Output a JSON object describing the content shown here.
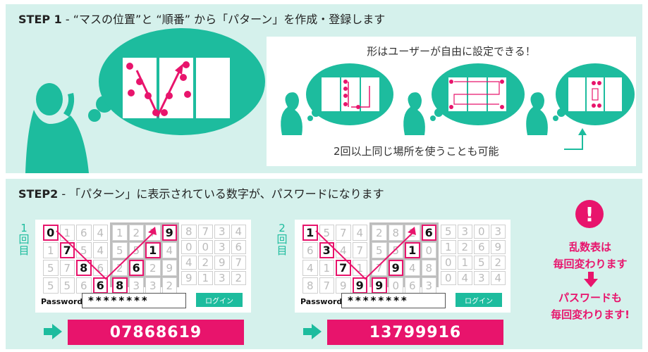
{
  "colors": {
    "teal": "#1dbc9e",
    "pink": "#e8146c",
    "panel": "#d5f1ec"
  },
  "step1": {
    "label": "STEP 1",
    "text": " - “マスの位置”と “順番” から「パターン」を作成・登録します",
    "caption_top": "形はユーザーが自由に設定できる！",
    "caption_bottom": "2回以上同じ場所を使うことも可能"
  },
  "step2": {
    "label": "STEP2",
    "text": " - 「パターン」に表示されている数字が、パスワードになります",
    "cards": [
      {
        "round_label": "1回目",
        "blocks": [
          [
            [
              "0",
              "1",
              "6",
              "4"
            ],
            [
              "1",
              "7",
              "5",
              "4"
            ],
            [
              "5",
              "7",
              "8",
              "6"
            ],
            [
              "5",
              "5",
              "6",
              "6"
            ]
          ],
          [
            [
              "1",
              "2",
              "7",
              "9"
            ],
            [
              "5",
              "5",
              "1",
              "4"
            ],
            [
              "2",
              "6",
              "2",
              "9"
            ],
            [
              "8",
              "3",
              "3",
              "2"
            ]
          ],
          [
            [
              "8",
              "7",
              "3",
              "4"
            ],
            [
              "0",
              "0",
              "3",
              "6"
            ],
            [
              "4",
              "2",
              "9",
              "7"
            ],
            [
              "9",
              "1",
              "3",
              "2"
            ]
          ]
        ],
        "highlights": [
          [
            0,
            0,
            0
          ],
          [
            0,
            1,
            1
          ],
          [
            0,
            2,
            2
          ],
          [
            0,
            3,
            3
          ],
          [
            1,
            3,
            0
          ],
          [
            1,
            2,
            1
          ],
          [
            1,
            1,
            2
          ],
          [
            1,
            0,
            3
          ]
        ],
        "password_label": "Password",
        "password_mask": "********",
        "login_label": "ログイン",
        "result": "07868619"
      },
      {
        "round_label": "2回目",
        "blocks": [
          [
            [
              "1",
              "5",
              "7",
              "4"
            ],
            [
              "6",
              "3",
              "4",
              "7"
            ],
            [
              "4",
              "1",
              "7",
              "1"
            ],
            [
              "8",
              "7",
              "9",
              "9"
            ]
          ],
          [
            [
              "2",
              "8",
              "2",
              "6"
            ],
            [
              "5",
              "5",
              "1",
              "0"
            ],
            [
              "7",
              "9",
              "4",
              "8"
            ],
            [
              "9",
              "0",
              "6",
              "3"
            ]
          ],
          [
            [
              "5",
              "3",
              "0",
              "3"
            ],
            [
              "1",
              "2",
              "6",
              "9"
            ],
            [
              "0",
              "1",
              "5",
              "2"
            ],
            [
              "0",
              "4",
              "3",
              "4"
            ]
          ]
        ],
        "highlights": [
          [
            0,
            0,
            0
          ],
          [
            0,
            1,
            1
          ],
          [
            0,
            2,
            2
          ],
          [
            0,
            3,
            3
          ],
          [
            1,
            3,
            0
          ],
          [
            1,
            2,
            1
          ],
          [
            1,
            1,
            2
          ],
          [
            1,
            0,
            3
          ]
        ],
        "password_label": "Password",
        "password_mask": "********",
        "login_label": "ログイン",
        "result": "13799916"
      }
    ],
    "side": {
      "exclaim": "!",
      "line1": "乱数表は",
      "line2": "毎回変わります",
      "line3": "パスワードも",
      "line4": "毎回変わります!"
    }
  }
}
